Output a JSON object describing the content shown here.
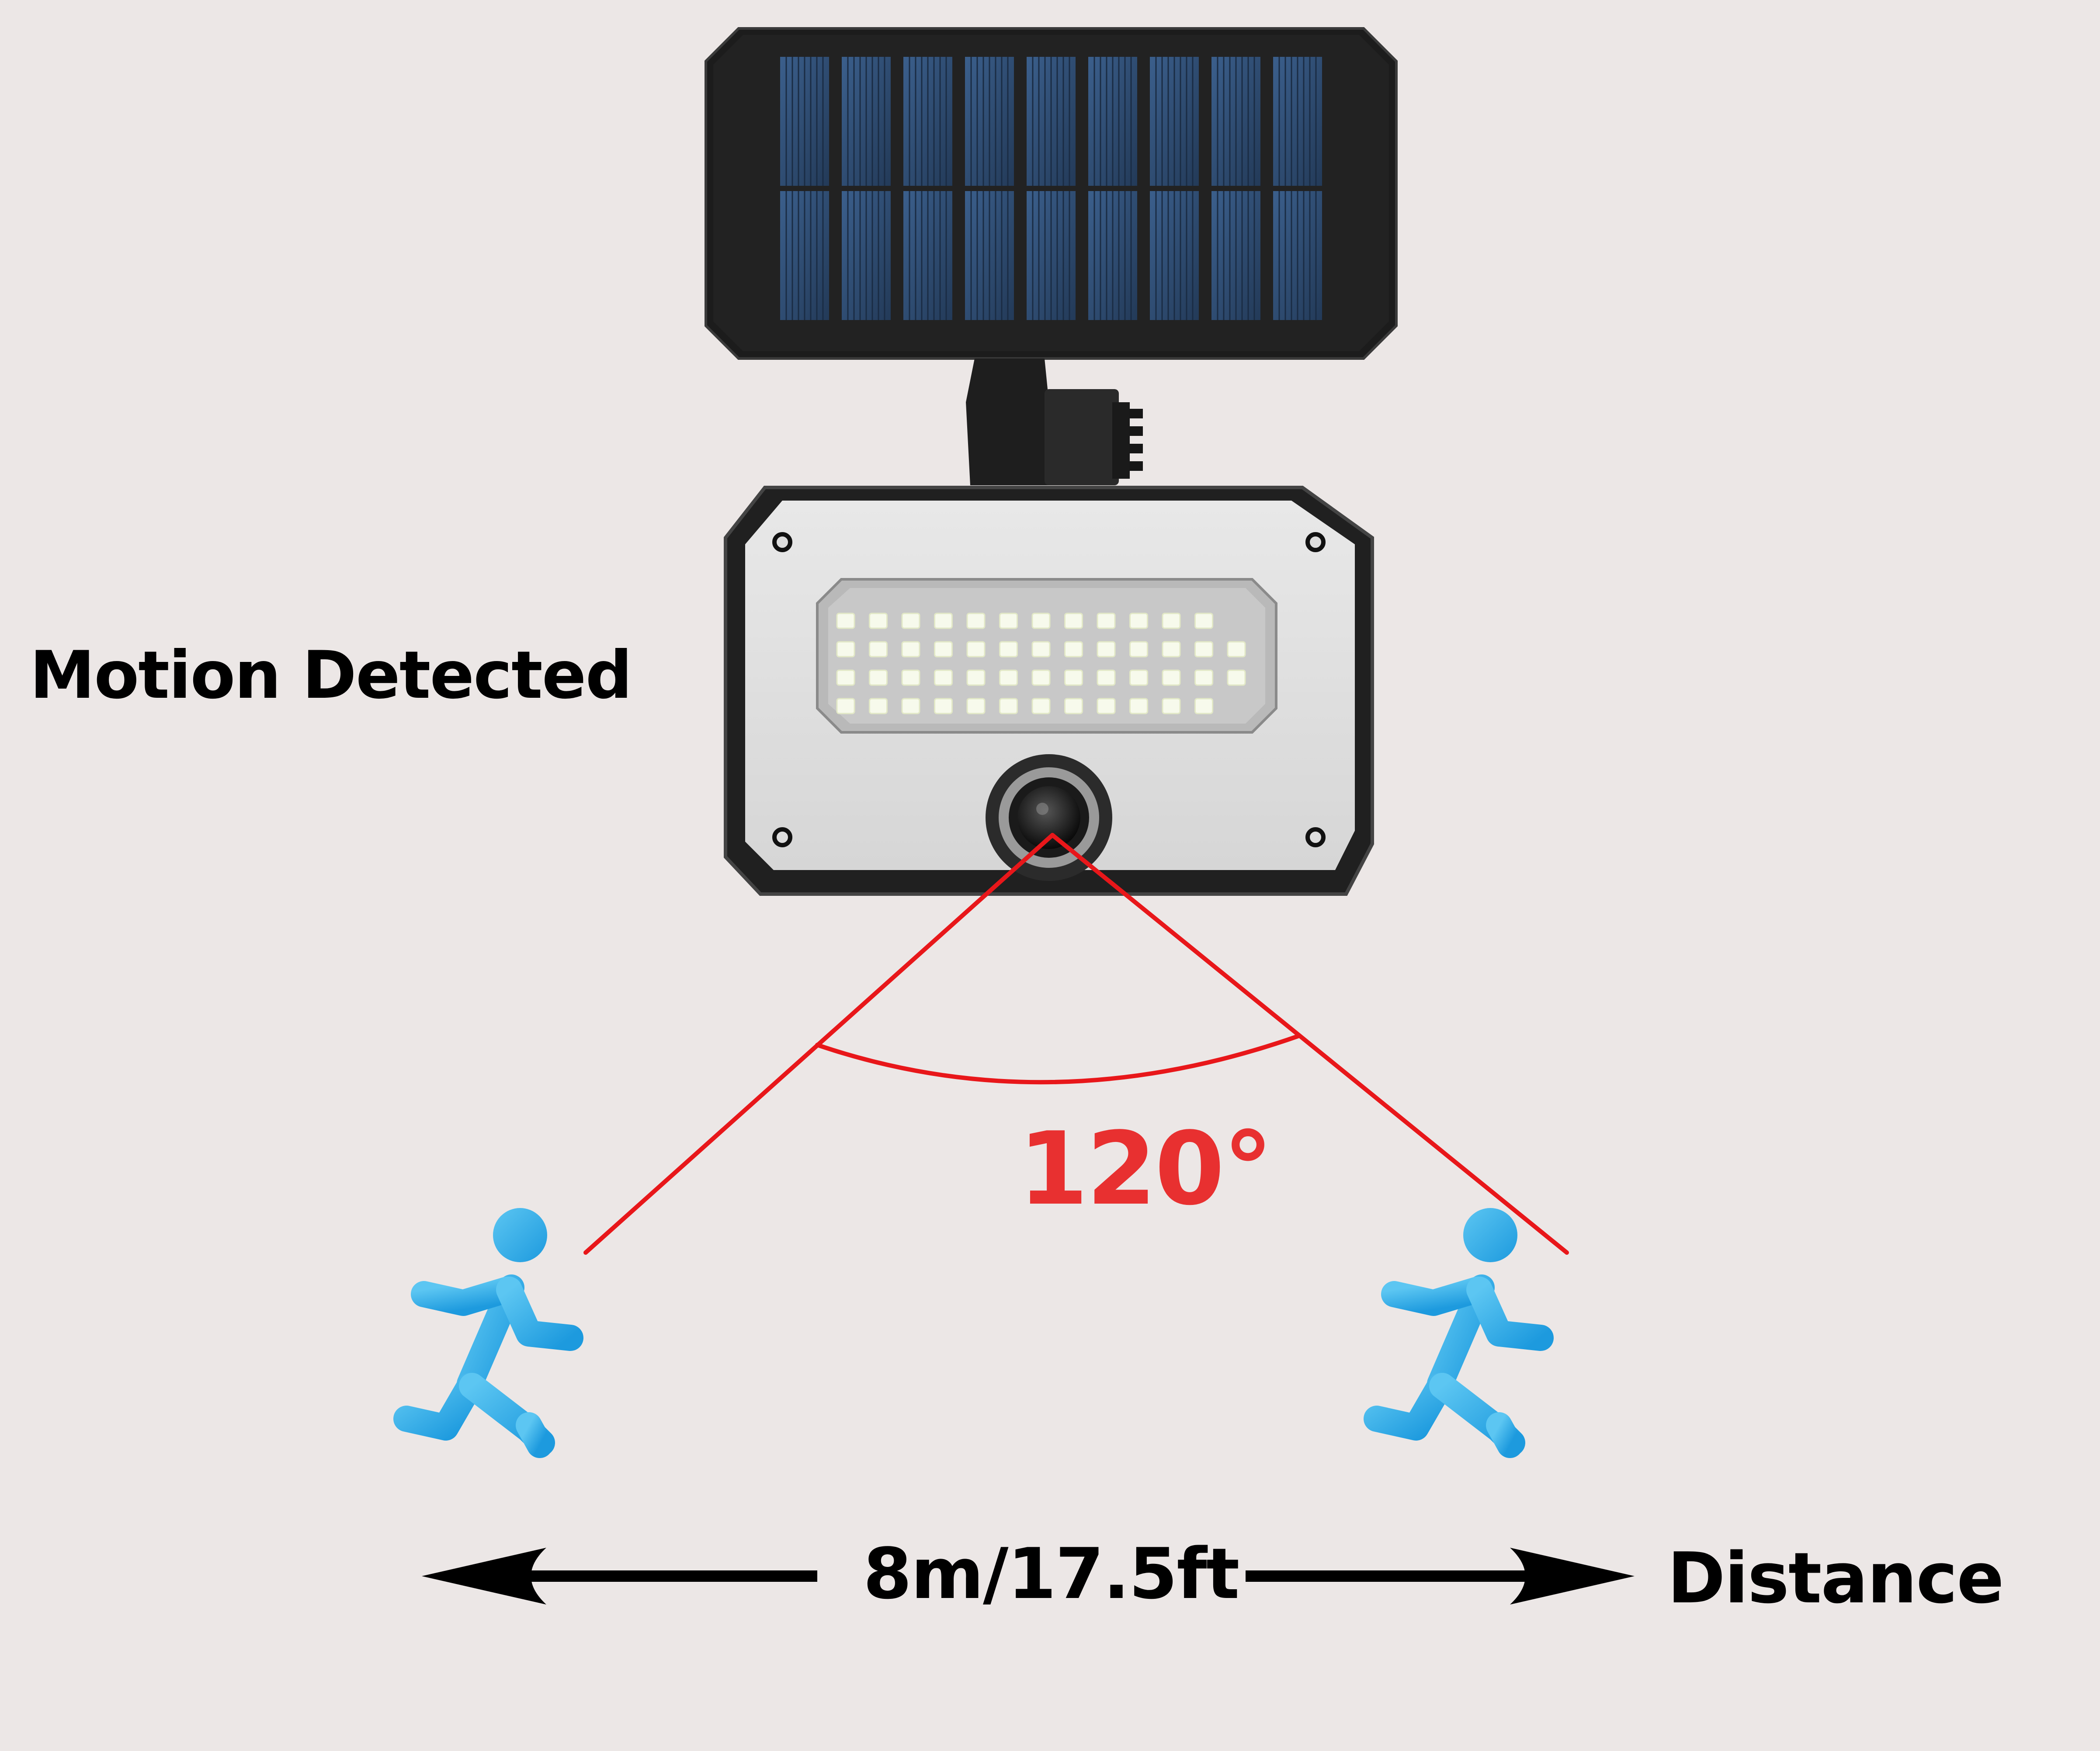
{
  "labels": {
    "motion_detected": "Motion Detected",
    "detection_angle": "120°",
    "distance_value": "8m/17.5ft",
    "distance": "Distance"
  },
  "icons": {
    "device": "solar-motion-flood-light",
    "solar_panel": "solar-panel-icon",
    "person": "running-person-icon",
    "arrow": "double-headed-arrow"
  },
  "colors": {
    "background": "#ece7e6",
    "detection_lines": "#e8171a",
    "angle_text": "#e83030",
    "person": "#2aaae8",
    "panel_cell": "#2c4a6e",
    "housing": "#2a2a2a",
    "led": "#f5f8ea"
  },
  "led_grid": {
    "rows": 4,
    "columns": 13
  }
}
